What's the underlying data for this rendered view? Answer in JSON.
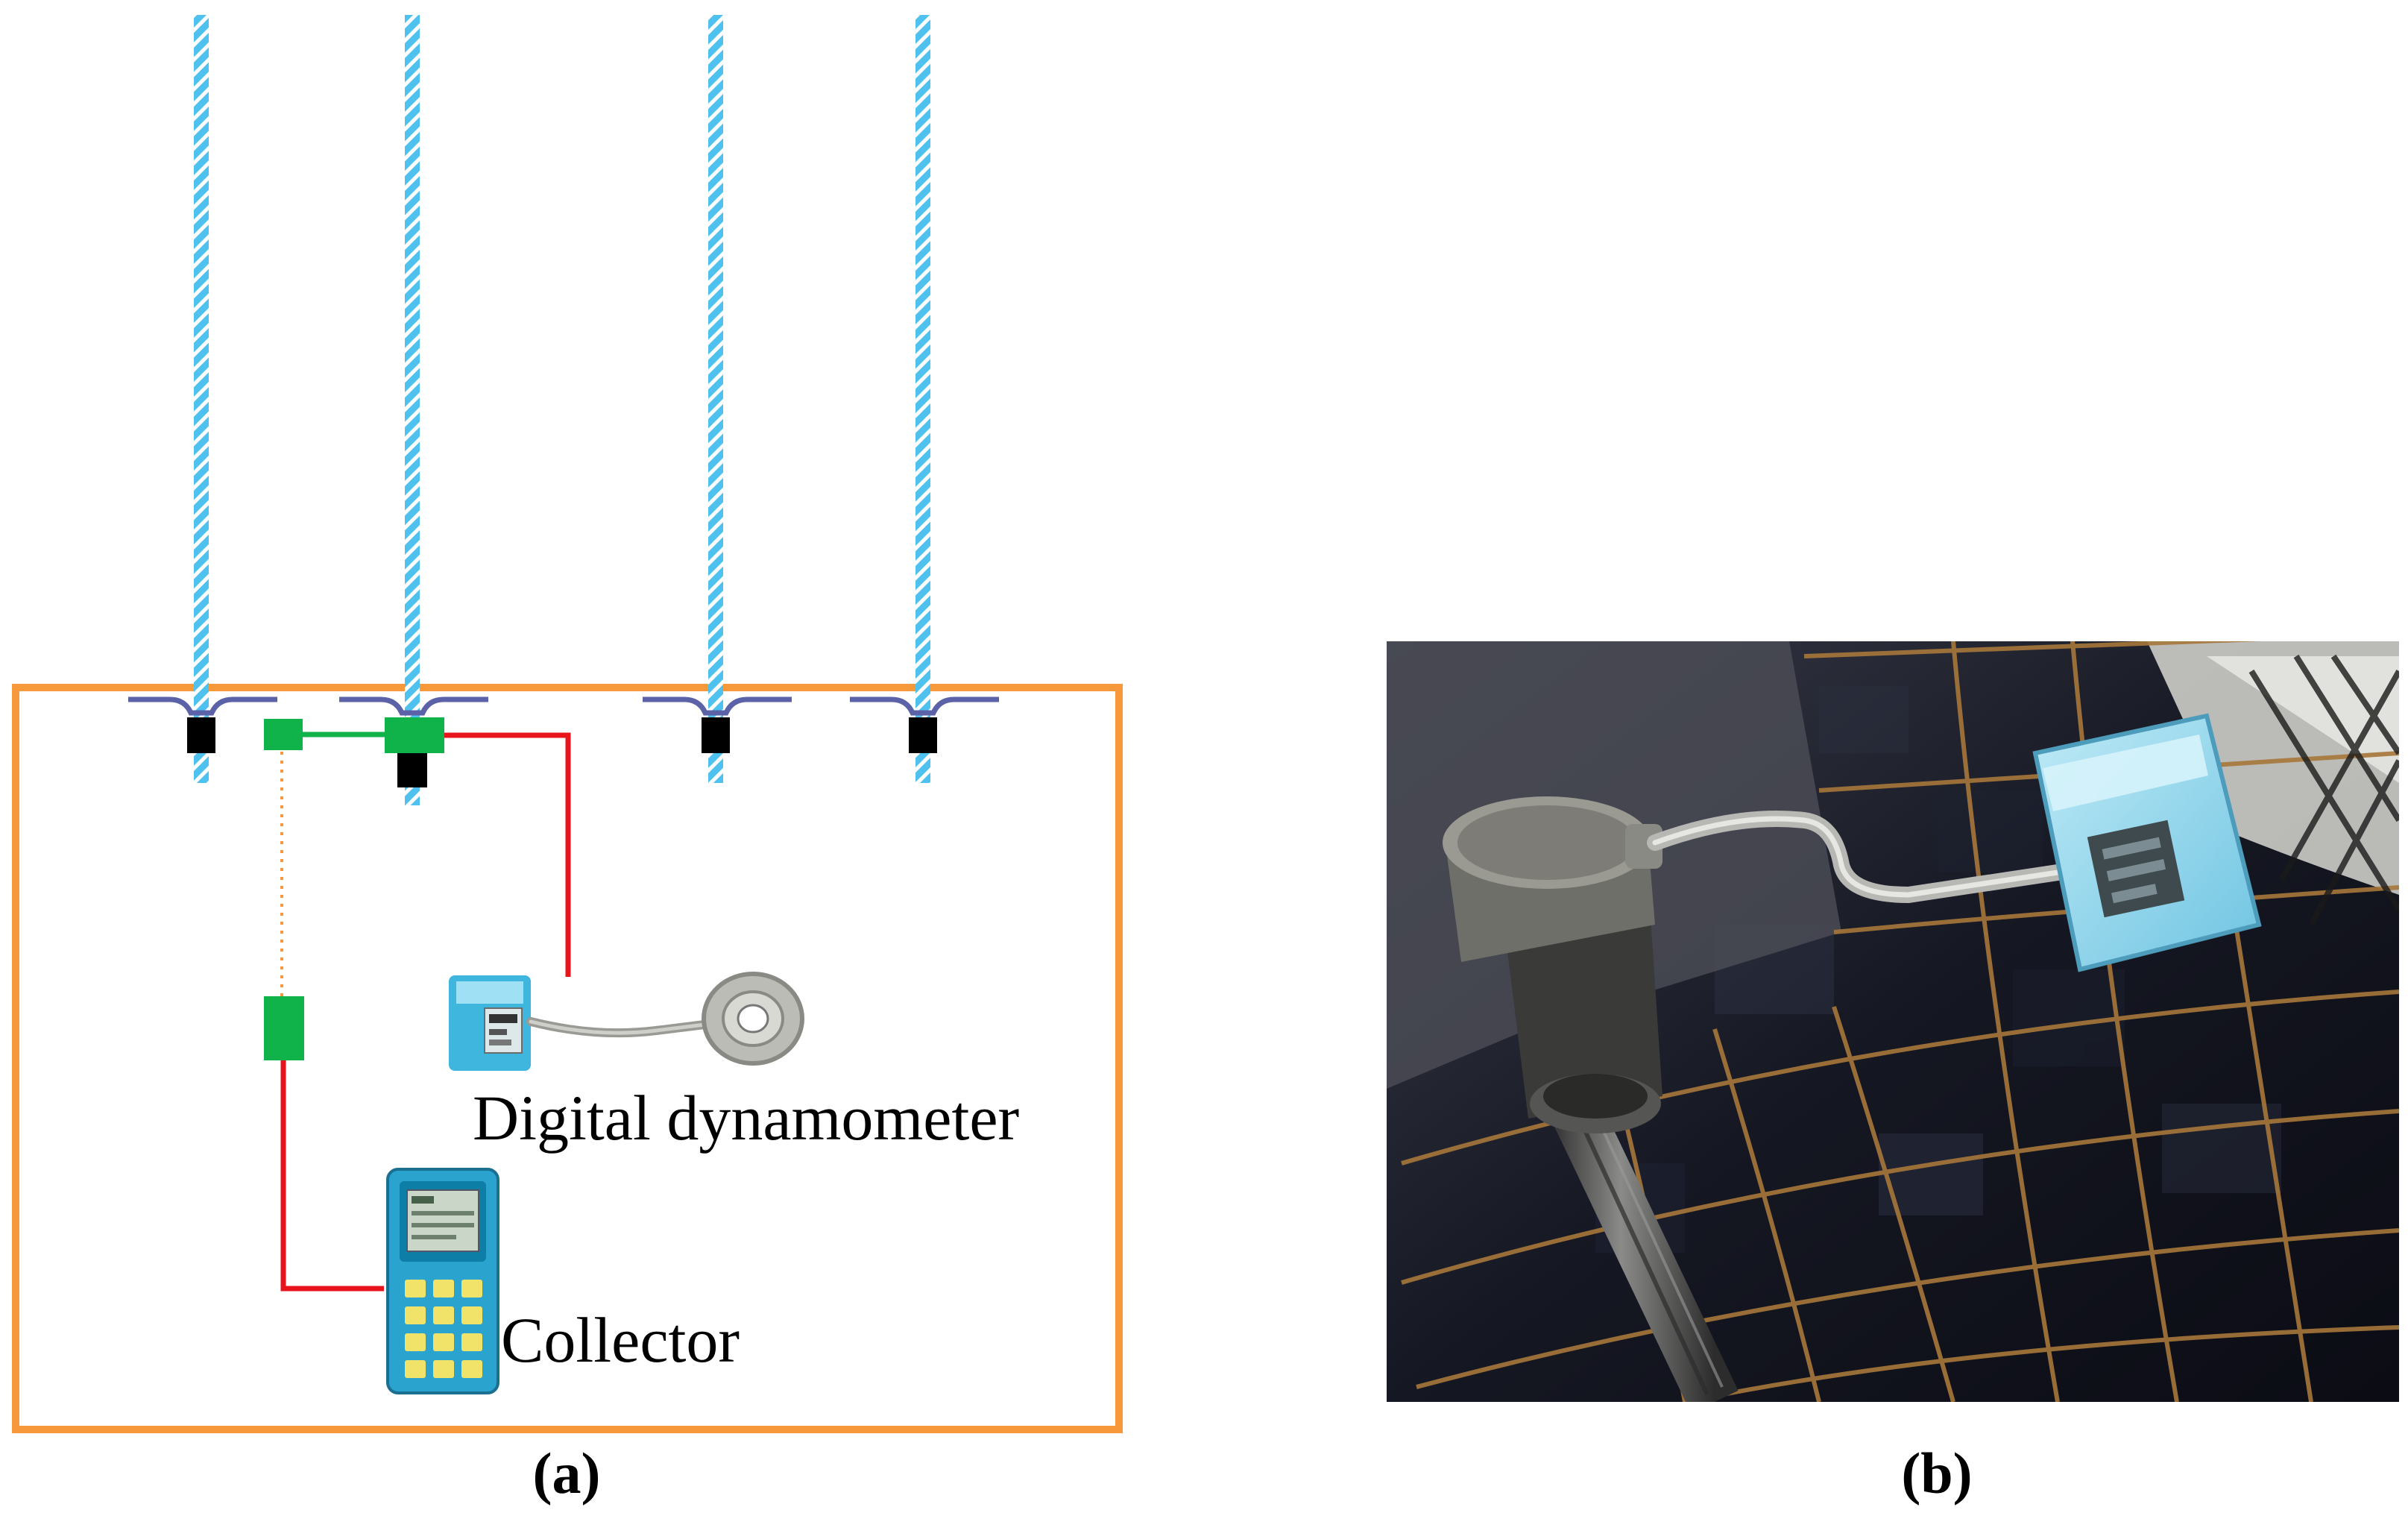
{
  "panel_a": {
    "caption": "(a)",
    "labels": {
      "dynamometer": "Digital dynamometer",
      "collector": "Collector"
    }
  },
  "panel_b": {
    "caption": "(b)"
  },
  "colors": {
    "roadway_outline": "#f7983a",
    "bolt_stripe_light": "#4fc1ef",
    "bolt_stripe_dark": "#ffffff",
    "bearing_plate": "#5b62a8",
    "nut": "#000000",
    "connector": "#10b24a",
    "signal_cable": "#e8141b",
    "wireless_link": "#f7983a"
  },
  "icons": {
    "dynamometer": "digital-dynamometer-icon",
    "collector": "handheld-collector-icon",
    "photo": "field-installation-photo"
  }
}
